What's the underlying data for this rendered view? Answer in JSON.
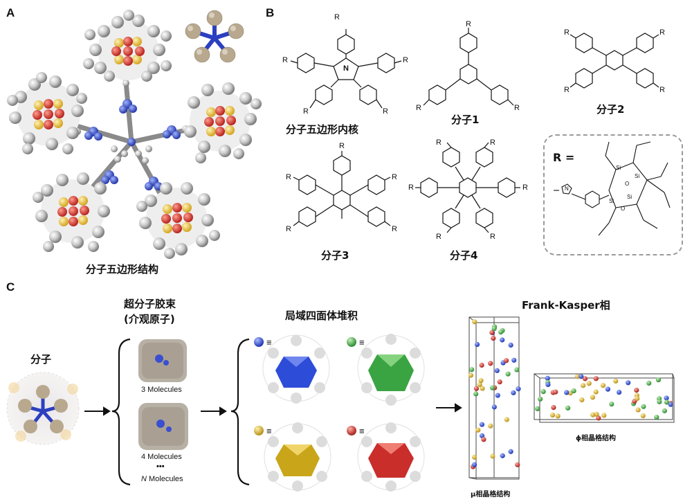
{
  "panels": {
    "a": "A",
    "b": "B",
    "c": "C"
  },
  "panel_a": {
    "caption": "分子五边形结构"
  },
  "panel_b": {
    "core_label": "分子五边形内核",
    "mol1": "分子1",
    "mol2": "分子2",
    "mol3": "分子3",
    "mol4": "分子4",
    "r_label": "R =",
    "substituent": "R",
    "si": "Si",
    "o": "O",
    "n": "N"
  },
  "panel_c": {
    "molecule": "分子",
    "micelle_title_1": "超分子胶束",
    "micelle_title_2": "(介观原子)",
    "m3": "3  Molecules",
    "m4": "4  Molecules",
    "dots": "•••",
    "mn_prefix": "N",
    "mn_suffix": " Molecules",
    "packing_title": "局域四面体堆积",
    "equiv": "≡",
    "fk_title": "Frank-Kasper相",
    "mu_label": "μ相晶格结构",
    "phi_label": "ϕ相晶格结构"
  },
  "colors": {
    "blue": "#2b4fd6",
    "green": "#3ea844",
    "yellow": "#d9b51e",
    "red": "#d2312f",
    "silica_red": "#e0403a",
    "silica_yellow": "#f0c94a",
    "grey": "#b9b9b9"
  },
  "icons": [
    "molecule-render",
    "polyhedron-blue",
    "polyhedron-green",
    "polyhedron-yellow",
    "polyhedron-red",
    "arrow-right",
    "curly-brace"
  ]
}
